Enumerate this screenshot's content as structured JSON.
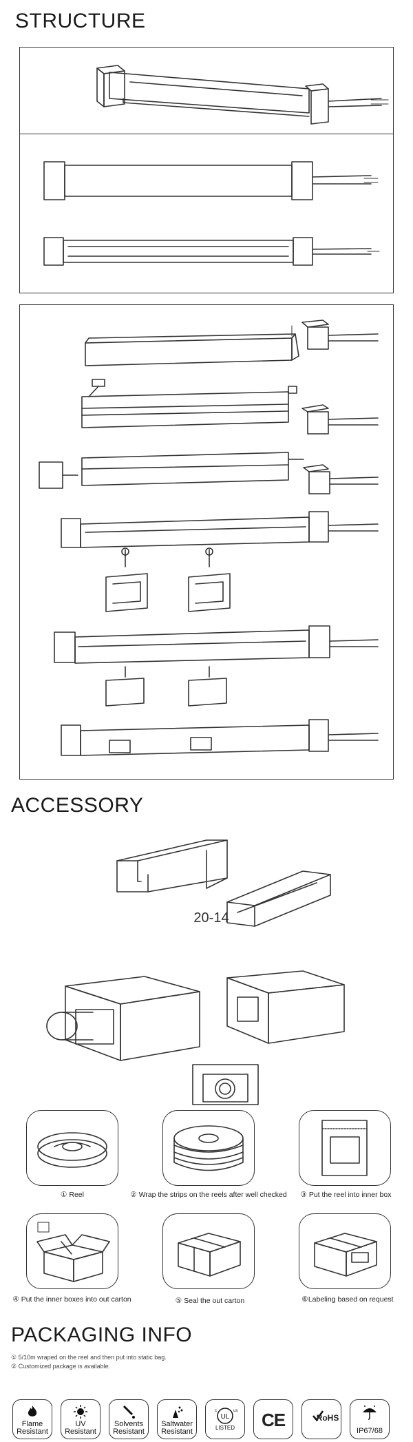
{
  "structure": {
    "title": "STRUCTURE"
  },
  "accessory": {
    "title": "ACCESSORY",
    "model": "20-14"
  },
  "packaging": {
    "steps": [
      {
        "label": "① Reel"
      },
      {
        "label": "② Wrap the strips on the reels after well checked"
      },
      {
        "label": "③ Put the reel into inner box"
      },
      {
        "label": "④ Put the inner boxes into out carton"
      },
      {
        "label": "⑤ Seal the out carton"
      },
      {
        "label": "⑥Labeling based on request"
      }
    ]
  },
  "packaging_info": {
    "title": "PACKAGING INFO",
    "notes": [
      "① 5/10m wraped on the reel and then put into static bag.",
      "② Customized package is available."
    ]
  },
  "badges": [
    {
      "line1": "Flame",
      "line2": "Resistant",
      "icon": "flame-icon"
    },
    {
      "line1": "UV",
      "line2": "Resistant",
      "icon": "sun-icon"
    },
    {
      "line1": "Solvents",
      "line2": "Resistant",
      "icon": "dropper-icon"
    },
    {
      "line1": "Saltwater",
      "line2": "Resistant",
      "icon": "saltwater-icon"
    },
    {
      "line1": "LISTED",
      "line2": "",
      "icon": "ul-icon"
    },
    {
      "line1": "CE",
      "line2": "",
      "icon": "ce-icon"
    },
    {
      "line1": "RoHS",
      "line2": "",
      "icon": "rohs-icon"
    },
    {
      "line1": "IP67/68",
      "line2": "",
      "icon": "umbrella-icon"
    }
  ]
}
